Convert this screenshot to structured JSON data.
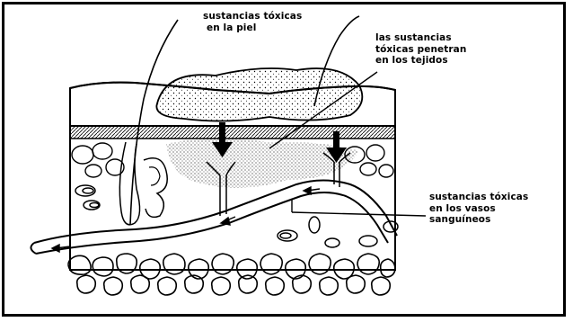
{
  "labels": {
    "skin": [
      "sustancias tóxicas",
      "en la piel"
    ],
    "tissues": [
      "las sustancias",
      "tóxicas penetran",
      "en los tejidos"
    ],
    "vessels": [
      "sustancias tóxicas",
      "en los vasos",
      "sanguíneos"
    ]
  }
}
